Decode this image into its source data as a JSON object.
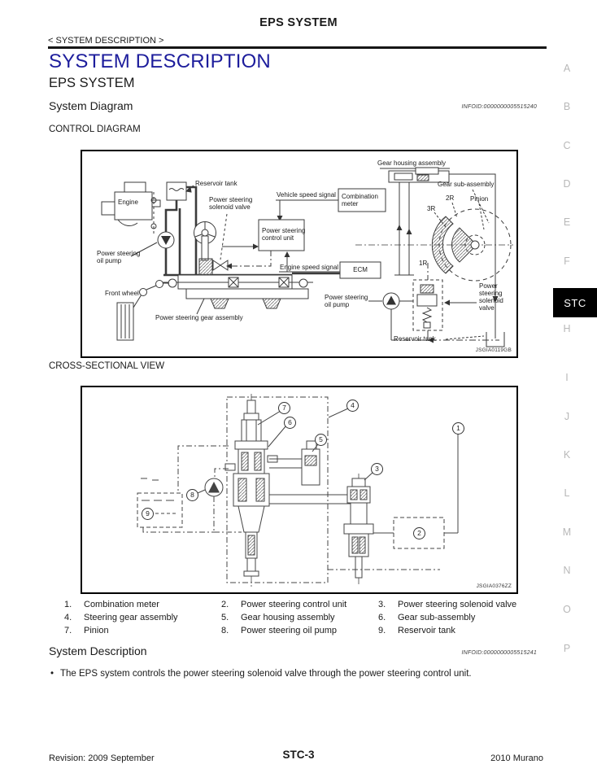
{
  "page": {
    "header_title": "EPS SYSTEM",
    "breadcrumb": "< SYSTEM DESCRIPTION >",
    "section_title": "SYSTEM DESCRIPTION",
    "subsection_title": "EPS SYSTEM"
  },
  "colors": {
    "accent_blue": "#1d1d9c",
    "margin_gray": "#b8b8b8",
    "tab_bg": "#000000",
    "tab_text": "#ffffff"
  },
  "system_diagram": {
    "heading": "System Diagram",
    "infoid": "INFOID:0000000005515240",
    "view_label": "CONTROL DIAGRAM",
    "figure_id": "JSGIA0119GB",
    "labels": {
      "engine": "Engine",
      "reservoir_tank": "Reservoir tank",
      "ps_solenoid_valve_l1": "Power steering",
      "ps_solenoid_valve_l2": "solenoid valve",
      "vehicle_speed_signal": "Vehicle speed signal",
      "combination_meter_l1": "Combination",
      "combination_meter_l2": "meter",
      "gear_housing_assembly": "Gear housing assembly",
      "gear_sub_assembly": "Gear sub-assembly",
      "r2": "2R",
      "pinion": "Pinion",
      "r3": "3R",
      "r1": "1R",
      "ps_control_unit_l1": "Power steering",
      "ps_control_unit_l2": "control unit",
      "engine_speed_signal": "Engine speed signal",
      "ecm": "ECM",
      "ps_oil_pump_left_l1": "Power steering",
      "ps_oil_pump_left_l2": "oil pump",
      "front_wheel": "Front wheel",
      "ps_gear_assembly": "Power steering gear assembly",
      "ps_oil_pump_right_l1": "Power steering",
      "ps_oil_pump_right_l2": "oil pump",
      "ps_solenoid_right_l1": "Power",
      "ps_solenoid_right_l2": "steering",
      "ps_solenoid_right_l3": "solenoid",
      "ps_solenoid_right_l4": "valve",
      "reservoir_tank_bottom": "Reservoir tank"
    }
  },
  "cross_section": {
    "heading": "CROSS-SECTIONAL VIEW",
    "figure_id": "JSGIA0376ZZ",
    "callouts": [
      "1",
      "2",
      "3",
      "4",
      "5",
      "6",
      "7",
      "8",
      "9"
    ]
  },
  "legend": {
    "items": [
      {
        "num": "1.",
        "label": "Combination meter"
      },
      {
        "num": "2.",
        "label": "Power steering control unit"
      },
      {
        "num": "3.",
        "label": "Power steering solenoid valve"
      },
      {
        "num": "4.",
        "label": "Steering gear assembly"
      },
      {
        "num": "5.",
        "label": "Gear housing assembly"
      },
      {
        "num": "6.",
        "label": "Gear sub-assembly"
      },
      {
        "num": "7.",
        "label": "Pinion"
      },
      {
        "num": "8.",
        "label": "Power steering oil pump"
      },
      {
        "num": "9.",
        "label": "Reservoir tank"
      }
    ]
  },
  "description": {
    "heading": "System Description",
    "infoid": "INFOID:0000000005515241",
    "bullet_marker": "•",
    "bullet": "The EPS system controls the power steering solenoid valve through the power steering control unit."
  },
  "margin_index": {
    "items": [
      "A",
      "B",
      "C",
      "D",
      "E",
      "F",
      "STC",
      "H",
      "I",
      "J",
      "K",
      "L",
      "M",
      "N",
      "O",
      "P"
    ],
    "active": "STC"
  },
  "footer": {
    "revision": "Revision: 2009 September",
    "page_code": "STC-3",
    "model": "2010 Murano"
  }
}
